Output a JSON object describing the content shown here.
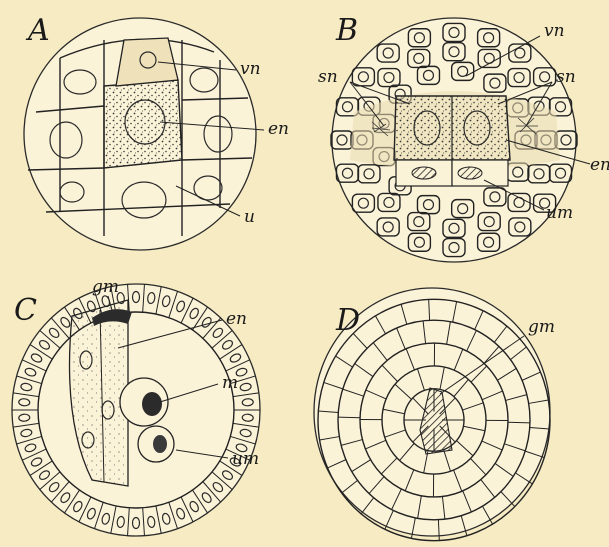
{
  "figure": {
    "panels": [
      {
        "id": "A",
        "letter": "A",
        "labels": {
          "vn": "vn",
          "en": "en",
          "u": "u"
        }
      },
      {
        "id": "B",
        "letter": "B",
        "labels": {
          "vn": "vn",
          "sn_left": "sn",
          "sn_right": "sn",
          "en": "en",
          "um": "um"
        }
      },
      {
        "id": "C",
        "letter": "C",
        "labels": {
          "gm": "gm",
          "en": "en",
          "m": "m",
          "um": "um"
        }
      },
      {
        "id": "D",
        "letter": "D",
        "labels": {
          "gm": "gm"
        }
      }
    ]
  },
  "colors": {
    "background": "#f6ebc3",
    "ink": "#222222",
    "stipple": "#3a3a3a",
    "dark_cell": "#2b2b2b",
    "shaded": "#e6d9b3"
  }
}
